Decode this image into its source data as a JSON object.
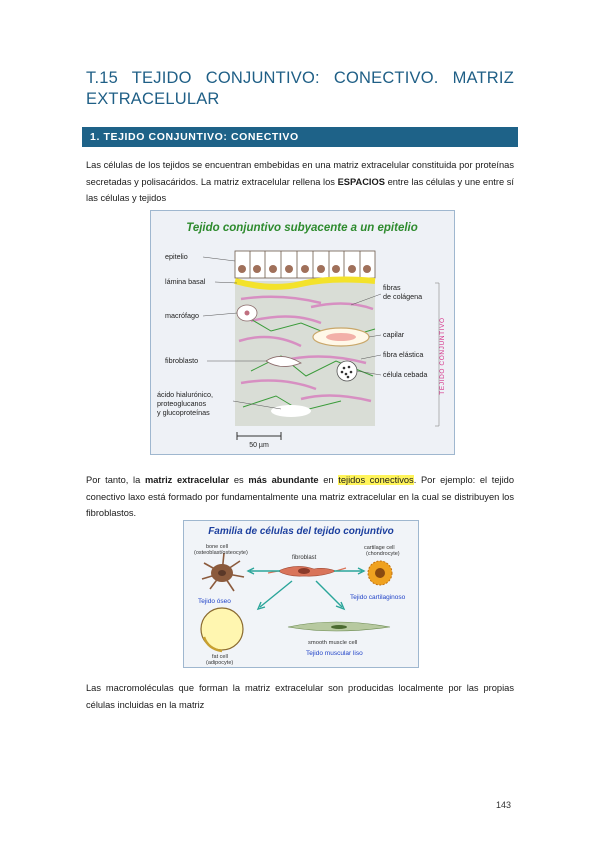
{
  "title": "T.15 TEJIDO CONJUNTIVO: CONECTIVO. MATRIZ EXTRACELULAR",
  "section_heading": "1. TEJIDO CONJUNTIVO: CONECTIVO",
  "para1": {
    "before": "Las células de los tejidos se encuentran embebidas en una matriz extracelular constituida por proteínas secretadas y polisacáridos. La matriz extracelular rellena los ",
    "bold": "ESPACIOS",
    "after": " entre las células y une entre sí las células y tejidos"
  },
  "figure1": {
    "title": "Tejido conjuntivo subyacente a un epitelio",
    "labels": {
      "epitelio": "epitelio",
      "lamina_basal": "lámina basal",
      "macrofago": "macrófago",
      "fibroblasto": "fibroblasto",
      "acido1": "ácido hialurónico,",
      "acido2": "proteoglucanos",
      "acido3": "y glucoproteínas",
      "fibras1": "fibras",
      "fibras2": "de colágena",
      "capilar": "capilar",
      "fibra_elastica": "fibra elástica",
      "celula_cebada": "célula cebada",
      "tejido_conjuntivo": "TEJIDO CONJUNTIVO",
      "scale": "50 µm"
    }
  },
  "para2": {
    "t1": "Por tanto, la ",
    "b1": "matriz extracelular",
    "t2": " es ",
    "b2": "más abundante",
    "t3": " en ",
    "h1": "tejidos conectivos",
    "t4": ". Por ejemplo: el tejido conectivo laxo está formado por fundamentalmente una matriz extracelular en la cual se distribuyen los fibroblastos."
  },
  "figure2": {
    "title": "Familia de células del tejido conjuntivo",
    "labels": {
      "bone1": "bone cell",
      "bone2": "(osteoblast/osteocyte)",
      "fibroblast": "fibroblast",
      "cart1": "cartilage cell",
      "cart2": "(chondrocyte)",
      "tejido_oseo": "Tejido óseo",
      "tejido_cartilaginoso": "Tejido cartilaginoso",
      "fat1": "fat cell",
      "fat2": "(adipocyte)",
      "smooth": "smooth muscle cell",
      "tejido_muscular": "Tejido muscular liso"
    }
  },
  "para3": "Las macromoléculas que forman la matriz extracelular son producidas localmente por las propias células incluidas en la matriz",
  "page_number": "143",
  "colors": {
    "accent": "#1e6288",
    "title": "#1f5f86",
    "highlight": "#fff45a",
    "figure_title_green": "#2e8b2e",
    "figure_title_blue": "#1c3f9e",
    "label_blue": "#2244c8"
  }
}
